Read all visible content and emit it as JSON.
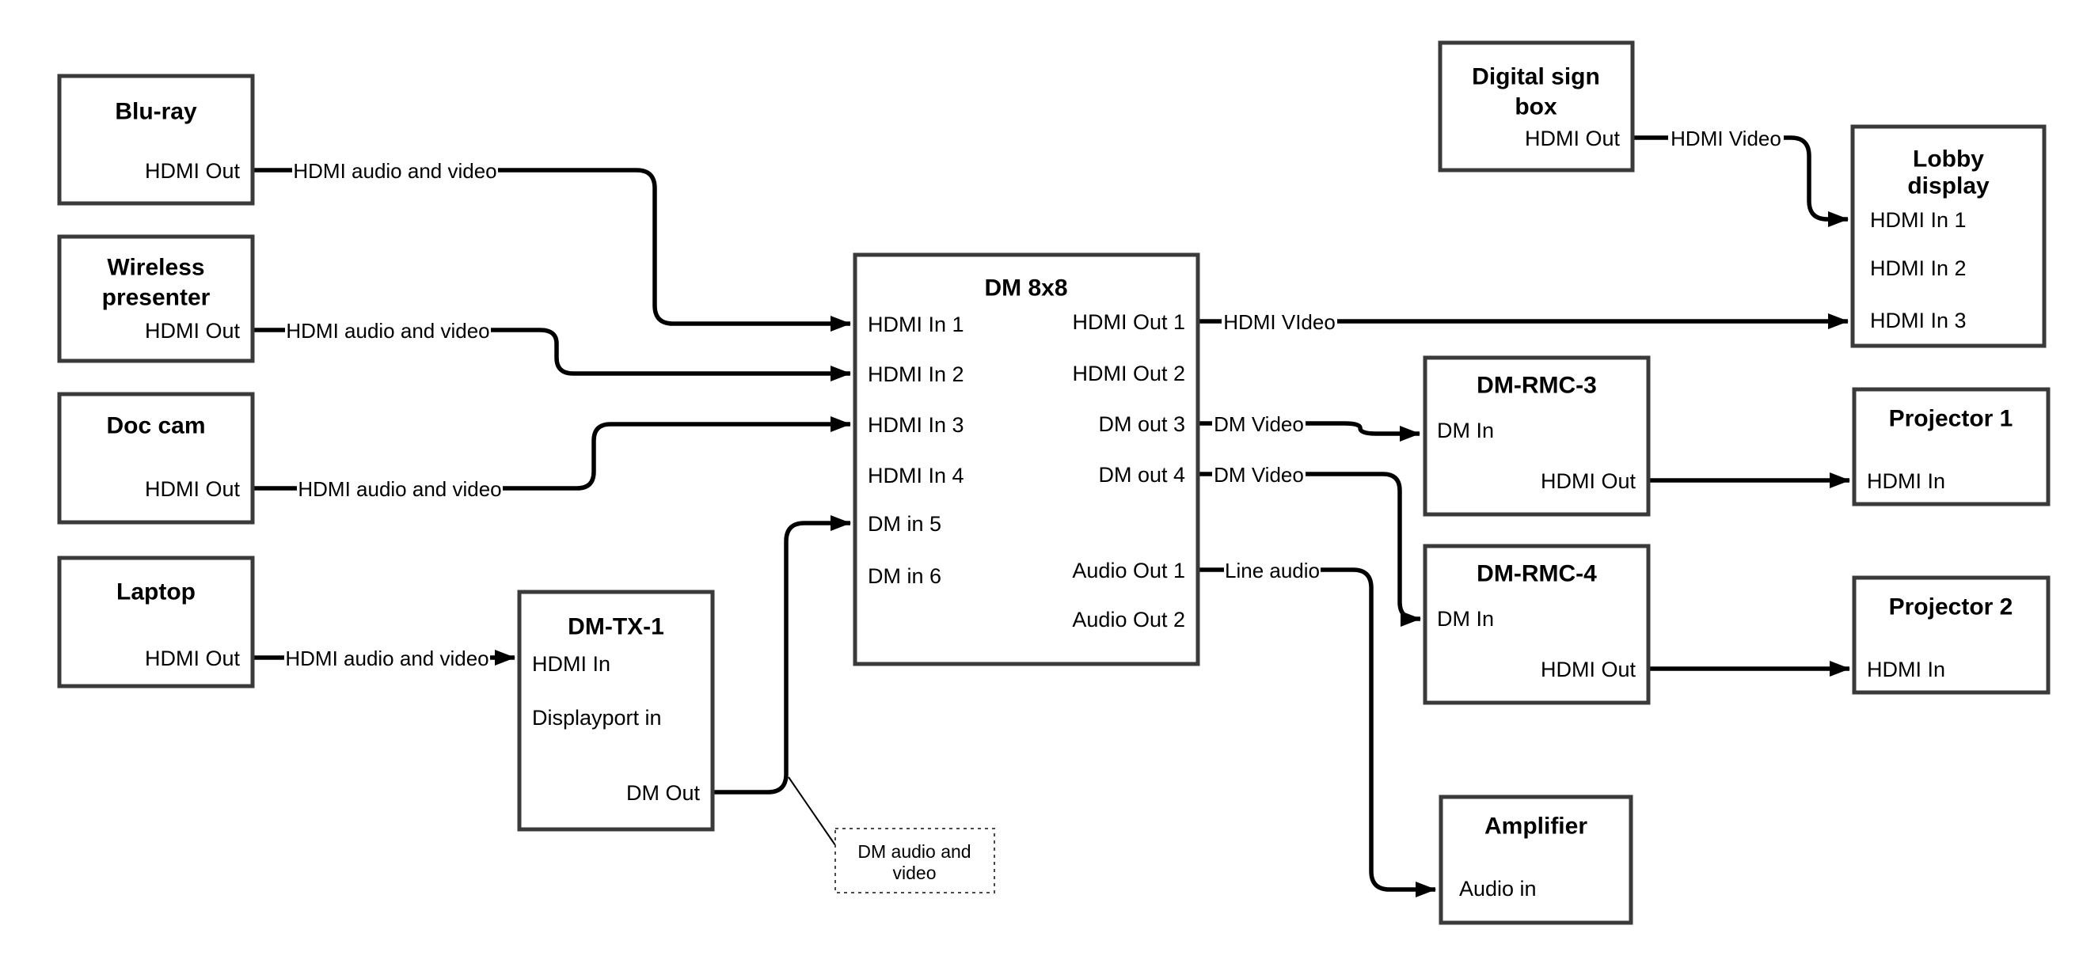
{
  "nodes": {
    "bluray": {
      "title": "Blu-ray",
      "port_hdmi_out": "HDMI Out"
    },
    "wireless": {
      "title_lines": [
        "Wireless",
        "presenter"
      ],
      "port_hdmi_out": "HDMI Out"
    },
    "doccam": {
      "title": "Doc cam",
      "port_hdmi_out": "HDMI Out"
    },
    "laptop": {
      "title": "Laptop",
      "port_hdmi_out": "HDMI Out"
    },
    "dmtx1": {
      "title": "DM-TX-1",
      "port_hdmi_in": "HDMI In",
      "port_displayport_in": "Displayport in",
      "port_dm_out": "DM Out"
    },
    "dm8x8": {
      "title": "DM 8x8",
      "ports_left": [
        "HDMI In 1",
        "HDMI In 2",
        "HDMI In 3",
        "HDMI In 4",
        "DM in 5",
        "DM in 6"
      ],
      "ports_right": [
        "HDMI Out 1",
        "HDMI Out 2",
        "DM out 3",
        "DM out 4",
        "Audio Out 1",
        "Audio Out 2"
      ]
    },
    "digital_sign": {
      "title_lines": [
        "Digital sign",
        "box"
      ],
      "port_hdmi_out": "HDMI Out"
    },
    "lobby": {
      "title_lines": [
        "Lobby",
        "display"
      ],
      "ports": [
        "HDMI In 1",
        "HDMI In 2",
        "HDMI In 3"
      ]
    },
    "dmrmc3": {
      "title": "DM-RMC-3",
      "port_dm_in": "DM In",
      "port_hdmi_out": "HDMI Out"
    },
    "projector1": {
      "title": "Projector 1",
      "port_hdmi_in": "HDMI In"
    },
    "dmrmc4": {
      "title": "DM-RMC-4",
      "port_dm_in": "DM In",
      "port_hdmi_out": "HDMI Out"
    },
    "projector2": {
      "title": "Projector 2",
      "port_hdmi_in": "HDMI In"
    },
    "amplifier": {
      "title": "Amplifier",
      "port_audio_in": "Audio in"
    }
  },
  "wire_labels": {
    "bluray_feed": "HDMI audio and video",
    "wireless_feed": "HDMI audio and video",
    "doccam_feed": "HDMI audio and video",
    "laptop_feed": "HDMI audio and video",
    "hdmi_out1_feed": "HDMI VIdeo",
    "digital_sign_feed": "HDMI Video",
    "dm_out3_feed": "DM Video",
    "dm_out4_feed": "DM Video",
    "audio_out1_feed": "Line audio"
  },
  "callout": {
    "lines": [
      "DM audio and",
      "video"
    ]
  },
  "colors": {
    "wire": "#000000",
    "box_border": "#3a3a3a",
    "text": "#000000",
    "background": "#ffffff"
  }
}
